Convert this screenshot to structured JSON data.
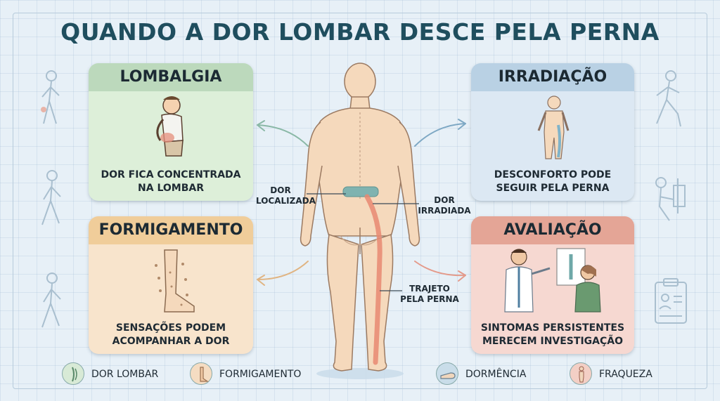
{
  "title": "QUANDO A DOR LOMBAR DESCE PELA PERNA",
  "cards": {
    "lombalgia": {
      "title": "LOMBALGIA",
      "line1": "DOR FICA CONCENTRADA",
      "line2": "NA LOMBAR"
    },
    "irradiacao": {
      "title": "IRRADIAÇÃO",
      "line1": "DESCONFORTO PODE",
      "line2": "SEGUIR PELA PERNA"
    },
    "formigamento": {
      "title": "FORMIGAMENTO",
      "line1": "SENSAÇÕES PODEM",
      "line2": "ACOMPANHAR A DOR"
    },
    "avaliacao": {
      "title": "AVALIAÇÃO",
      "line1": "SINTOMAS PERSISTENTES",
      "line2": "MERECEM INVESTIGAÇÃO"
    }
  },
  "labels": {
    "dor_localizada": [
      "DOR",
      "LOCALIZADA"
    ],
    "dor_irradiada": [
      "DOR",
      "IRRADIADA"
    ],
    "trajeto": [
      "TRAJETO",
      "PELA PERNA"
    ]
  },
  "legend": [
    {
      "label": "DOR LOMBAR",
      "icon": "spine-icon",
      "color": "#d8ead6"
    },
    {
      "label": "FORMIGAMENTO",
      "icon": "leg-icon",
      "color": "#f5dcc2"
    },
    {
      "label": "DORMÊNCIA",
      "icon": "hand-icon",
      "color": "#c9dde9"
    },
    {
      "label": "FRAQUEZA",
      "icon": "figure-icon",
      "color": "#f3cfc5"
    }
  ],
  "colors": {
    "title": "#1f4e5e",
    "lombalgia_head": "#bcd9bc",
    "lombalgia_body": "#ddefd9",
    "irradiacao_head": "#b9d1e4",
    "irradiacao_body": "#dce8f3",
    "formigamento_head": "#f0cd9a",
    "formigamento_body": "#f8e4cc",
    "avaliacao_head": "#e4a596",
    "avaliacao_body": "#f6d8d1",
    "skin": "#f5d9bc",
    "pain_path": "#e88872",
    "lumbar_band": "#7fb3b0"
  }
}
